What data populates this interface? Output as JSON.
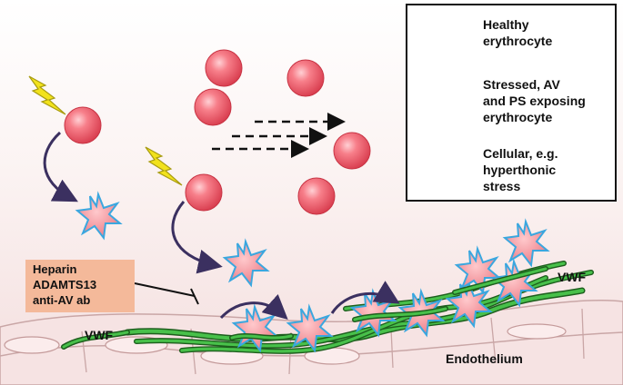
{
  "legend": {
    "healthy": "Healthy\nerythrocyte",
    "stressed": "Stressed, AV\nand PS exposing\nerythrocyte",
    "stress": "Cellular, e.g.\nhyperthonic\nstress"
  },
  "inhibitors": [
    "Heparin",
    "ADAMTS13",
    "anti-AV ab"
  ],
  "labels": {
    "vwf_left": "VWF",
    "vwf_right": "VWF",
    "endothelium": "Endothelium"
  },
  "colors": {
    "erythrocyte": "#ec5a68",
    "star_outline": "#3aa7df",
    "vwf": "#3fae3f",
    "inhibitor_box": "#f4b99a",
    "lightning": "#f2e21c",
    "arrow": "#3b3060"
  }
}
